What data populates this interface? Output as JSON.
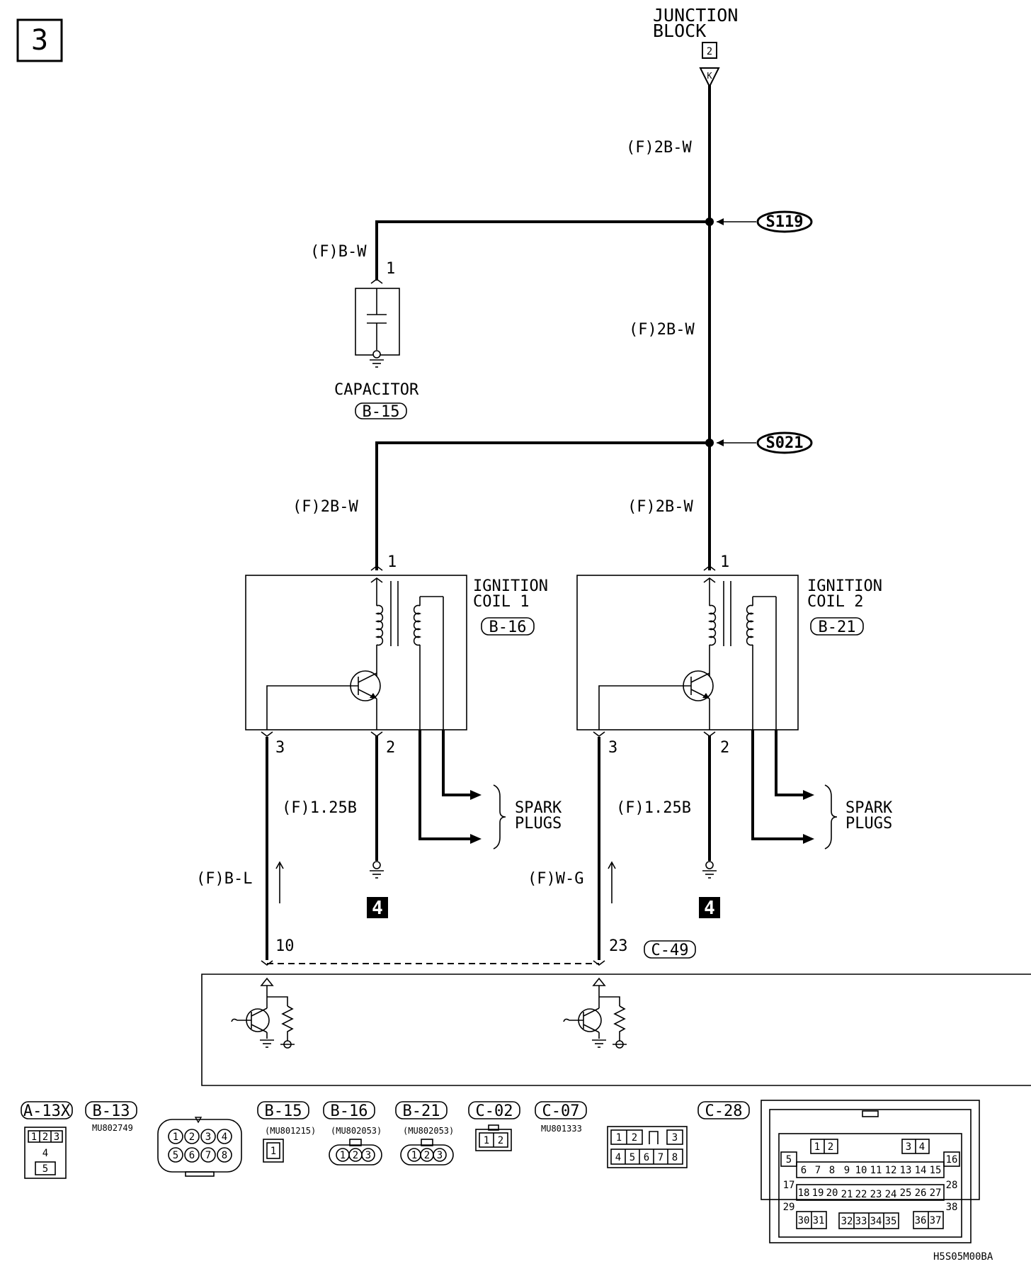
{
  "page_label": "3",
  "junction_block": {
    "line1": "JUNCTION",
    "line2": "BLOCK",
    "box_num": "2",
    "pin": "K"
  },
  "wires": {
    "top": "(F)2B-W",
    "mid": "(F)2B-W",
    "capacitor_feed": "(F)B-W",
    "coil1_feed": "(F)2B-W",
    "coil2_feed": "(F)2B-W",
    "coil1_ground": "(F)1.25B",
    "coil2_ground": "(F)1.25B",
    "coil1_signal": "(F)B-L",
    "coil2_signal": "(F)W-G"
  },
  "splices": {
    "upper": "S119",
    "lower": "S021"
  },
  "capacitor": {
    "pin": "1",
    "name": "CAPACITOR",
    "connector": "B-15"
  },
  "coil1": {
    "line1": "IGNITION",
    "line2": "COIL 1",
    "connector": "B-16",
    "pin_top": "1",
    "pin_left": "3",
    "pin_right": "2"
  },
  "coil2": {
    "line1": "IGNITION",
    "line2": "COIL 2",
    "connector": "B-21",
    "pin_top": "1",
    "pin_left": "3",
    "pin_right": "2"
  },
  "spark_plugs": {
    "line1": "SPARK",
    "line2": "PLUGS"
  },
  "ground_ref": "4",
  "ecu": {
    "pin_left": "10",
    "pin_right": "23",
    "connector": "C-49"
  },
  "connectors": {
    "a13x": {
      "label": "A-13X",
      "pins_top": [
        "1",
        "2",
        "3"
      ],
      "pin_mid": "4",
      "pin_bottom": "5"
    },
    "b13": {
      "label": "B-13",
      "part": "MU802749",
      "row1": [
        "1",
        "2",
        "3",
        "4"
      ],
      "row2": [
        "5",
        "6",
        "7",
        "8"
      ]
    },
    "b15": {
      "label": "B-15",
      "part": "(MU801215)",
      "pin": "1"
    },
    "b16": {
      "label": "B-16",
      "part": "(MU802053)",
      "pins": [
        "1",
        "2",
        "3"
      ]
    },
    "b21": {
      "label": "B-21",
      "part": "(MU802053)",
      "pins": [
        "1",
        "2",
        "3"
      ]
    },
    "c02": {
      "label": "C-02",
      "pins": [
        "1",
        "2"
      ]
    },
    "c07": {
      "label": "C-07",
      "part": "MU801333",
      "row1": [
        "1",
        "2",
        "3"
      ],
      "row2": [
        "4",
        "5",
        "6",
        "7",
        "8"
      ]
    },
    "c28": {
      "label": "C-28",
      "r1": [
        "1",
        "2",
        "3",
        "4"
      ],
      "r2": [
        "5",
        "16"
      ],
      "r3": [
        "6",
        "7",
        "8",
        "9",
        "10",
        "11",
        "12",
        "13",
        "14",
        "15"
      ],
      "r4": [
        "17",
        "28"
      ],
      "r5": [
        "18",
        "19",
        "20",
        "21",
        "22",
        "23",
        "24",
        "25",
        "26",
        "27"
      ],
      "r6": [
        "29",
        "38"
      ],
      "r7": [
        "30",
        "31",
        "32",
        "33",
        "34",
        "35",
        "36",
        "37"
      ]
    }
  },
  "figure_code": "H5S05M00BA"
}
